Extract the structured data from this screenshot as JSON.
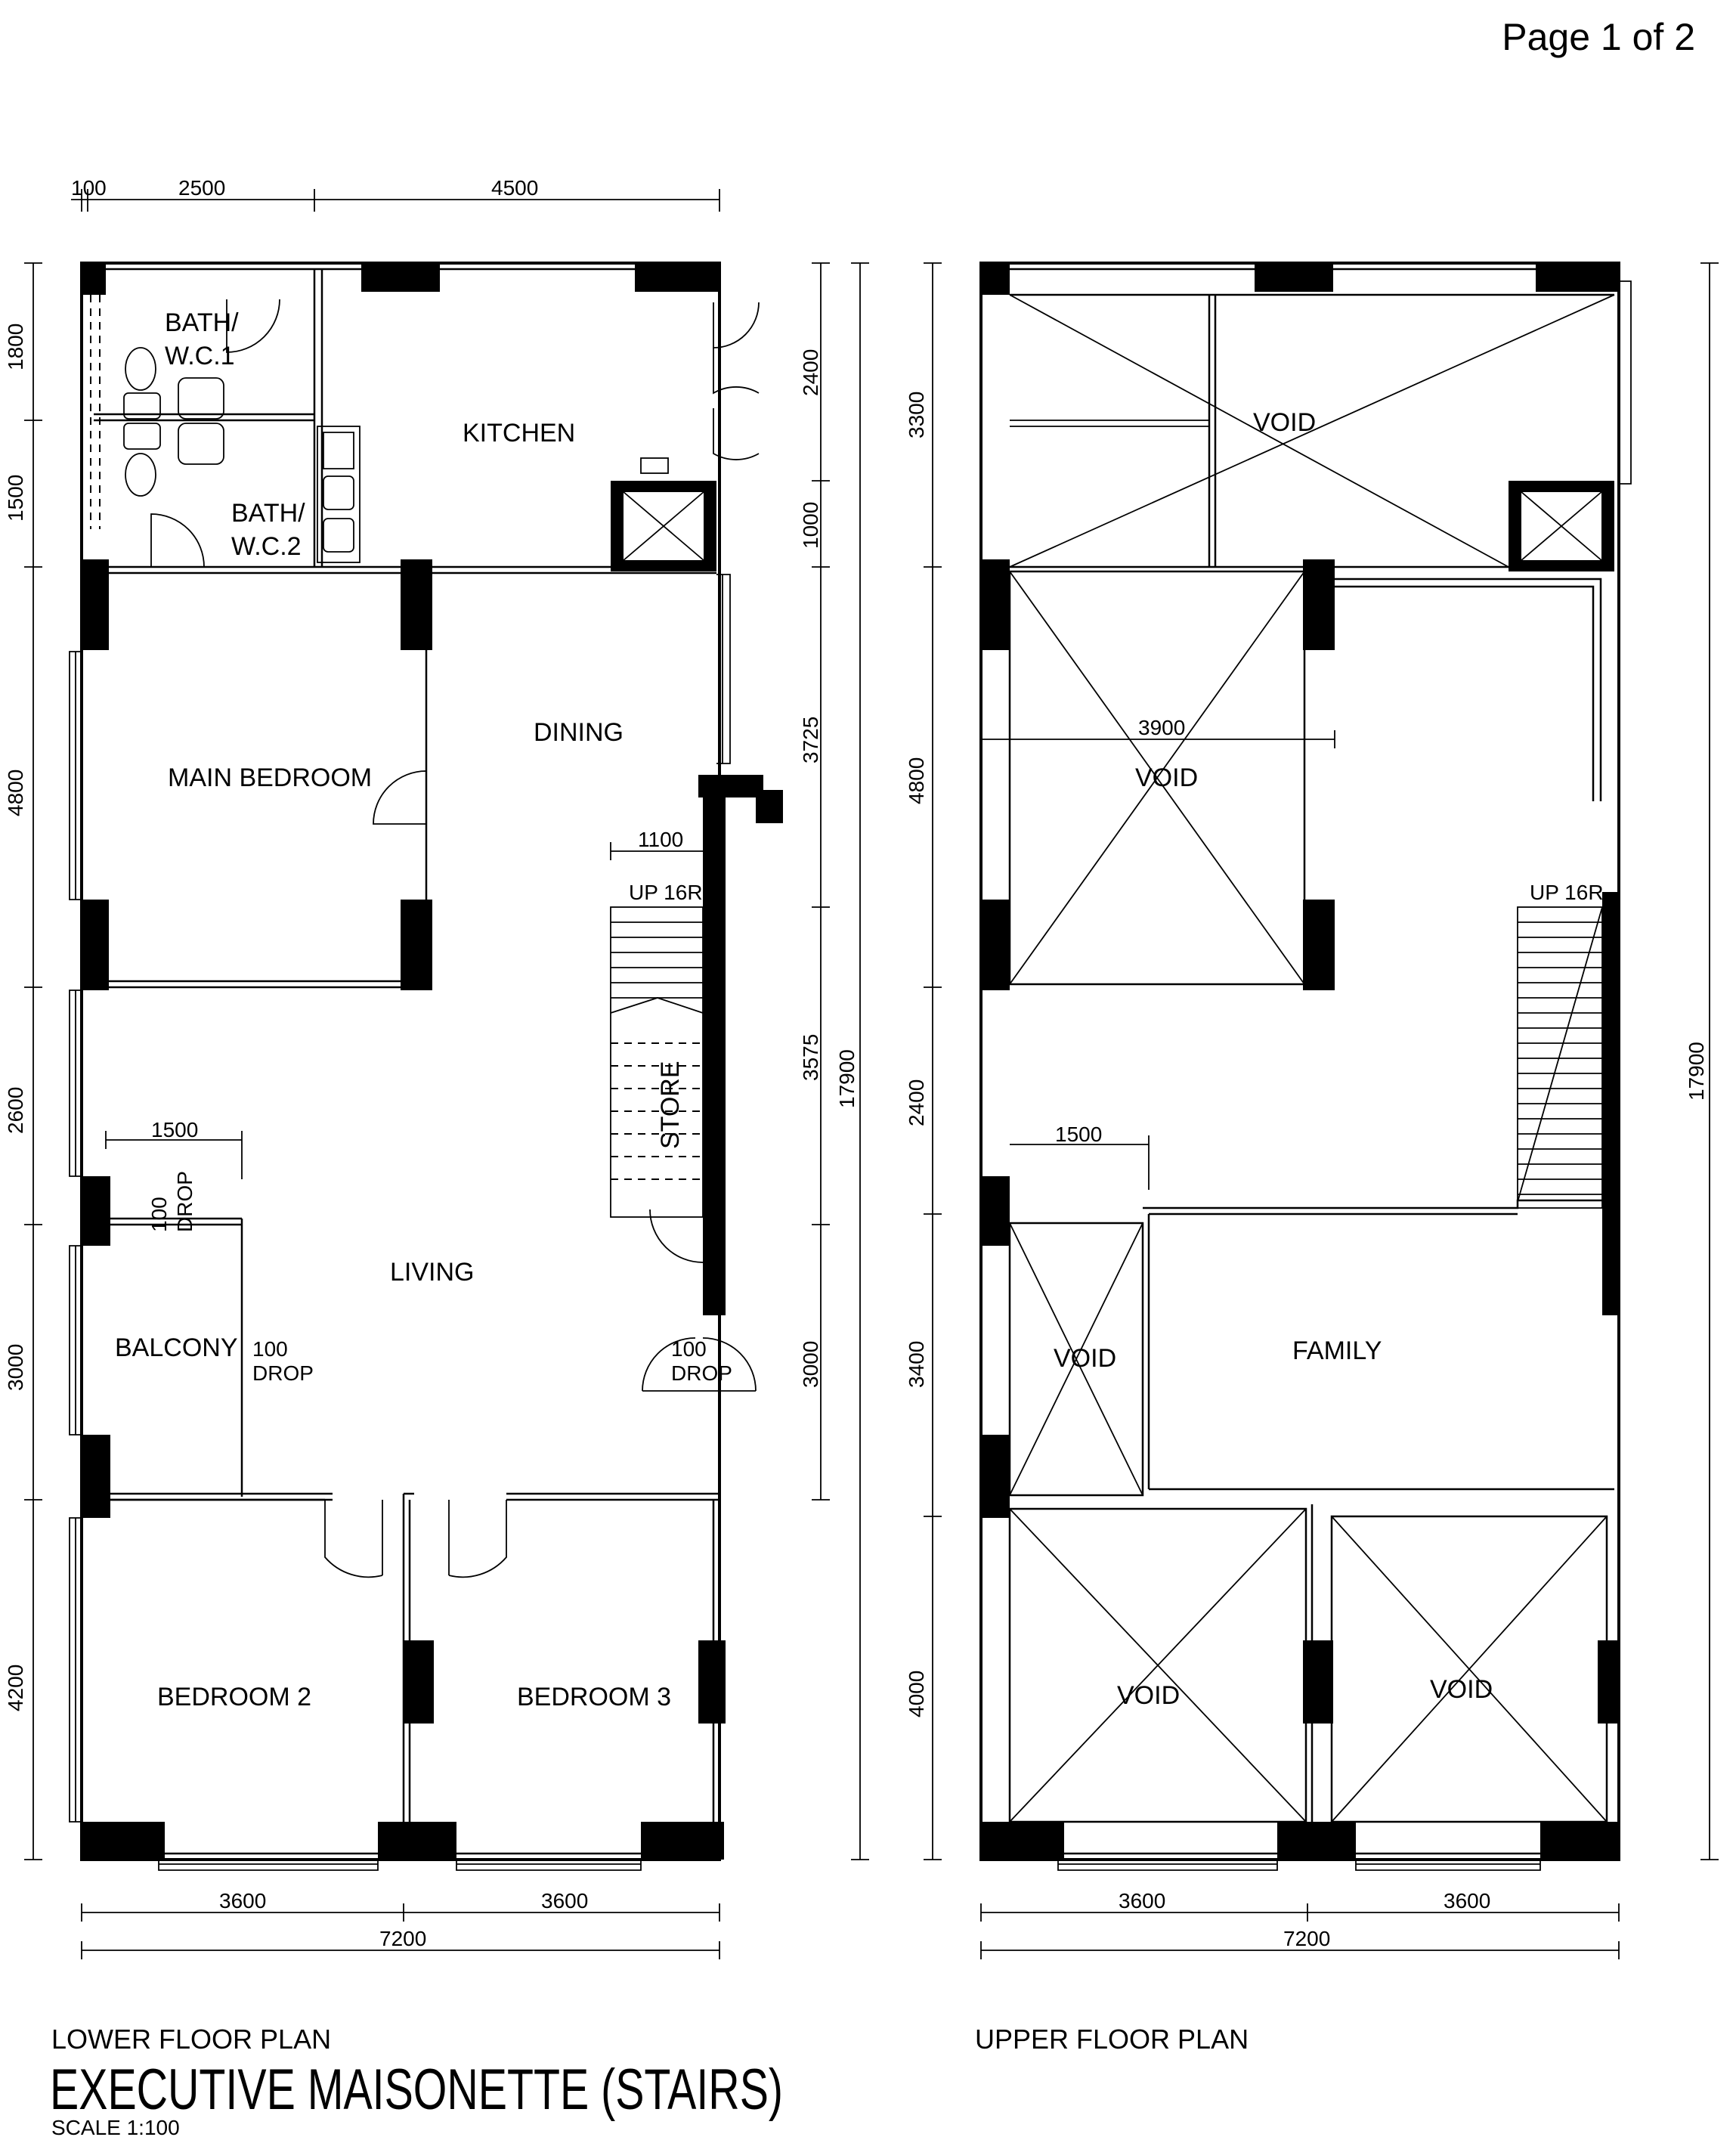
{
  "page_number": "Page 1 of 2",
  "lower": {
    "plan_title": "LOWER FLOOR PLAN",
    "rooms": {
      "bath_wc1_a": "BATH/",
      "bath_wc1_b": "W.C.1",
      "bath_wc2_a": "BATH/",
      "bath_wc2_b": "W.C.2",
      "kitchen": "KITCHEN",
      "dining": "DINING",
      "main_bedroom": "MAIN  BEDROOM",
      "living": "LIVING",
      "balcony": "BALCONY",
      "store": "STORE",
      "bedroom2": "BEDROOM  2",
      "bedroom3": "BEDROOM  3",
      "stair_up": "UP  16R"
    },
    "drop_labels": {
      "num": "100",
      "word": "DROP"
    },
    "dims": {
      "top": [
        "100",
        "2500",
        "4500"
      ],
      "left": [
        "1800",
        "1500",
        "4800",
        "2600",
        "3000",
        "4200"
      ],
      "right": [
        "2400",
        "1000",
        "3725",
        "3575",
        "3000"
      ],
      "right_total": "17900",
      "stair_width": "1100",
      "balcony_width": "1500",
      "bottom": [
        "3600",
        "3600"
      ],
      "bottom_total": "7200"
    }
  },
  "upper": {
    "plan_title": "UPPER FLOOR PLAN",
    "rooms": {
      "void": "VOID",
      "family": "FAMILY",
      "stair_up": "UP  16R"
    },
    "dims": {
      "void_width": "3900",
      "left": [
        "3300",
        "4800",
        "2400",
        "3400",
        "4000"
      ],
      "landing_width": "1500",
      "right_total": "17900",
      "bottom": [
        "3600",
        "3600"
      ],
      "bottom_total": "7200"
    }
  },
  "title": "EXECUTIVE MAISONETTE (STAIRS)",
  "scale": "SCALE 1:100"
}
